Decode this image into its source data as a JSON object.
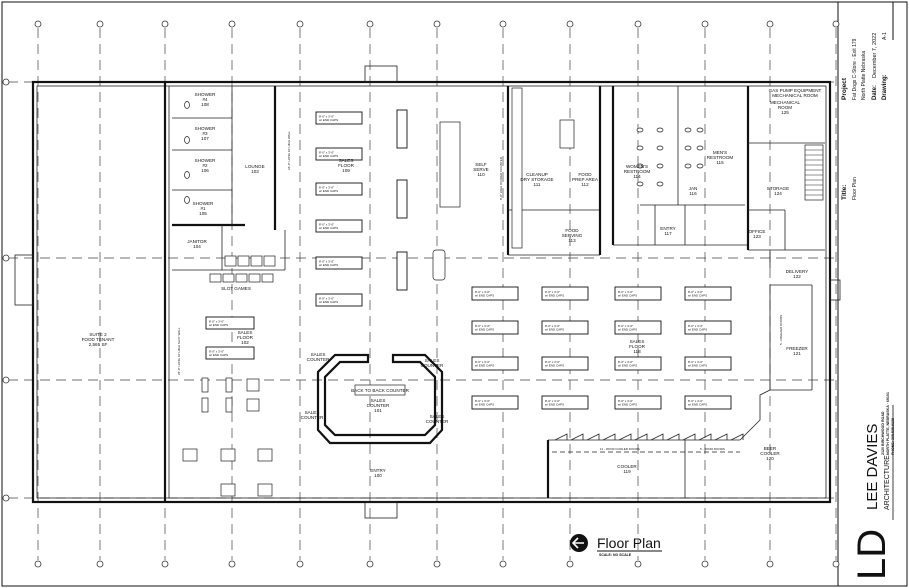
{
  "title_block": {
    "project_label": "Project",
    "project_name": "Fat Dogs C-Store - Exit 179",
    "project_location": "North Platte Nebraska",
    "date_label": "Date:",
    "date_value": "December 7, 2022",
    "drawing_label": "Drawing:",
    "drawing_value": "A-1",
    "title_label": "Title:",
    "title_value": "Floor Plan",
    "address_line1": "2120 BIRCHWOOD ROAD",
    "address_line2": "NORTH PLATTE, NEBRASKA · 69101",
    "address_line3": "PHONE: 308.535.9138"
  },
  "logo": {
    "monogram": "LD",
    "name": "LEE DAVIES",
    "subtitle": "ARCHITECTURE"
  },
  "plan_title": {
    "title": "Floor Plan",
    "scale": "SCALE:   NO SCALE",
    "icon": "north-arrow-icon"
  },
  "rooms": {
    "suite2": [
      "SUITE 2",
      "FOOD TENANT",
      "2,565 SF"
    ],
    "shower4": [
      "SHOWER",
      "#4",
      "108"
    ],
    "shower3": [
      "SHOWER",
      "#3",
      "107"
    ],
    "shower2": [
      "SHOWER",
      "#2",
      "106"
    ],
    "shower1": [
      "SHOWER",
      "#1",
      "105"
    ],
    "lounge": [
      "LOUNGE",
      "103"
    ],
    "janitor": [
      "JANITOR",
      "104"
    ],
    "slot_games": "SLOT GAMES",
    "sales_floor_102": [
      "SALES",
      "FLOOR",
      "102"
    ],
    "sales_floor_109": [
      "SALES",
      "FLOOR",
      "109"
    ],
    "self_serve": [
      "SELF",
      "SERVE",
      "110"
    ],
    "dry_storage": [
      "CLEANUP",
      "DRY STORAGE",
      "111"
    ],
    "food_prep": [
      "FOOD",
      "PREP AREA",
      "112"
    ],
    "food_serving": [
      "FOOD",
      "SERVING",
      "113"
    ],
    "womens": [
      "WOMEN'S",
      "RESTROOM",
      "114"
    ],
    "mens": [
      "MEN'S",
      "RESTROOM",
      "115"
    ],
    "jan116": [
      "JAN",
      "116"
    ],
    "entry117": [
      "ENTRY",
      "117"
    ],
    "mechanical": [
      "GAS PUMP EQUIPMENT",
      "MECHANICAL ROOM",
      "MECHANICAL",
      "ROOM",
      "125"
    ],
    "storage": [
      "STORAGE",
      "124"
    ],
    "office": [
      "OFFICE",
      "123"
    ],
    "delivery": [
      "DELIVERY",
      "122"
    ],
    "freezer": [
      "FREEZER",
      "121"
    ],
    "sales_floor_118": [
      "SALES",
      "FLOOR",
      "118"
    ],
    "beer_cooler": [
      "BEER",
      "COOLER",
      "120"
    ],
    "cooler": [
      "COOLER",
      "119"
    ],
    "sales_counter": [
      "SALES",
      "COUNTER",
      "101"
    ],
    "counter_note": "SALES COUNTER",
    "back_bar": "BACK TO BACK COUNTER",
    "entry100": [
      "ENTRY",
      "100"
    ]
  },
  "notes": {
    "shelf_size": "8'-0\" x 3'-0\"",
    "shelf_caps": "w/ END CAPS",
    "wall_note_left": "25'-0\" LONG 10' HIGH SLOT WALL",
    "wall_note_mid": "24'-0\" LONG 10' HIGH WALL",
    "counter_wall_note": "8'-0\" HIGH DIVIDER COUNTER",
    "cooler_doors_a": "11 - 30X30 COOLER DOORS",
    "cooler_doors_b": "5 - 30X30 DOORS",
    "freezer_doors": "5 - FREEZER DOORS"
  }
}
